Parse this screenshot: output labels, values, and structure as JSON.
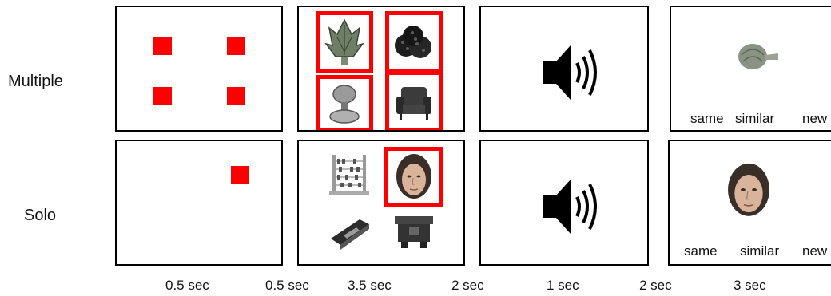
{
  "rows": {
    "multiple_label": "Multiple",
    "solo_label": "Solo"
  },
  "response_options": {
    "same": "same",
    "similar": "similar",
    "new": "new"
  },
  "timings": {
    "t1": "0.5 sec",
    "t2": "0.5 sec",
    "t3": "3.5 sec",
    "t4": "2 sec",
    "t5": "1 sec",
    "t6": "2 sec",
    "t7": "3 sec"
  },
  "colors": {
    "highlight": "#ff0000",
    "frame_border": "#000000"
  },
  "icons": [
    "artichoke-image",
    "blackberries-image",
    "doorknob-image",
    "armchair-image",
    "abacus-image",
    "face-image",
    "stapler-image",
    "binding-machine-image",
    "speaker-icon"
  ]
}
